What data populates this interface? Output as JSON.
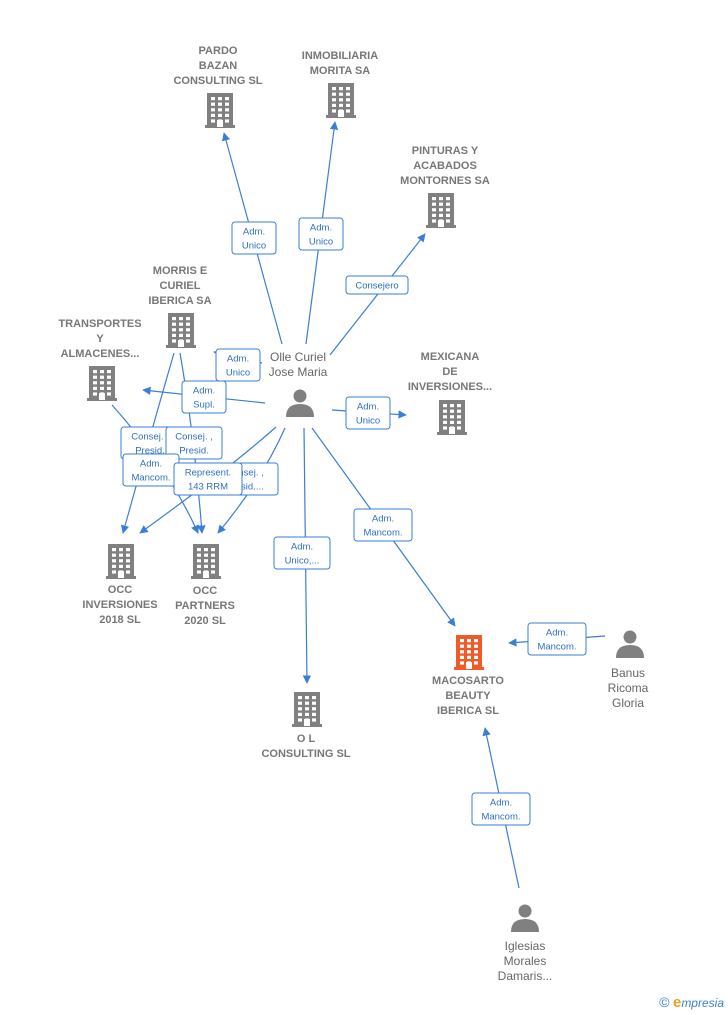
{
  "colors": {
    "company": "#808080",
    "focus_company": "#f05a28",
    "person": "#808080",
    "edge": "#3a7fd5"
  },
  "nodes": [
    {
      "id": "pardo",
      "type": "company",
      "label": [
        "PARDO",
        "BAZAN",
        "CONSULTING SL"
      ]
    },
    {
      "id": "morita",
      "type": "company",
      "label": [
        "INMOBILIARIA",
        "MORITA SA"
      ]
    },
    {
      "id": "pinturas",
      "type": "company",
      "label": [
        "PINTURAS Y",
        "ACABADOS",
        "MONTORNES SA"
      ]
    },
    {
      "id": "morris",
      "type": "company",
      "label": [
        "MORRIS E",
        "CURIEL",
        "IBERICA SA"
      ]
    },
    {
      "id": "transportes",
      "type": "company",
      "label": [
        "TRANSPORTES",
        "Y",
        "ALMACENES..."
      ]
    },
    {
      "id": "mexicana",
      "type": "company",
      "label": [
        "MEXICANA",
        "DE",
        "INVERSIONES..."
      ]
    },
    {
      "id": "occinv",
      "type": "company",
      "label": [
        "OCC",
        "INVERSIONES",
        "2018  SL"
      ]
    },
    {
      "id": "occpart",
      "type": "company",
      "label": [
        "OCC",
        "PARTNERS",
        "2020  SL"
      ]
    },
    {
      "id": "ol",
      "type": "company",
      "label": [
        "O L",
        "CONSULTING SL"
      ]
    },
    {
      "id": "macosarto",
      "type": "company",
      "focus": true,
      "label": [
        "MACOSARTO",
        "BEAUTY",
        "IBERICA  SL"
      ]
    },
    {
      "id": "olle",
      "type": "person",
      "label": [
        "Olle Curiel",
        "Jose Maria"
      ]
    },
    {
      "id": "banus",
      "type": "person",
      "label": [
        "Banus",
        "Ricoma",
        "Gloria"
      ]
    },
    {
      "id": "iglesias",
      "type": "person",
      "label": [
        "Iglesias",
        "Morales",
        "Damaris..."
      ]
    }
  ],
  "edges": [
    {
      "from": "olle",
      "to": "pardo",
      "label": [
        "Adm.",
        "Unico"
      ]
    },
    {
      "from": "olle",
      "to": "morita",
      "label": [
        "Adm.",
        "Unico"
      ]
    },
    {
      "from": "olle",
      "to": "pinturas",
      "label": [
        "Consejero"
      ]
    },
    {
      "from": "olle",
      "to": "morris",
      "label": [
        "Adm.",
        "Unico"
      ]
    },
    {
      "from": "olle",
      "to": "transportes",
      "label": [
        "Adm.",
        "Supl."
      ]
    },
    {
      "from": "olle",
      "to": "mexicana",
      "label": [
        "Adm.",
        "Unico"
      ]
    },
    {
      "from": "morris",
      "to": "occinv",
      "label": [
        "Consej. ,",
        "Presid."
      ]
    },
    {
      "from": "morris",
      "to": "occpart",
      "label": [
        "Consej. ,",
        "Presid."
      ]
    },
    {
      "from": "olle",
      "to": "occinv",
      "label": [
        "Adm.",
        "Mancom."
      ]
    },
    {
      "from": "olle",
      "to": "occpart",
      "label": [
        "Consej. ,",
        "Presid...."
      ]
    },
    {
      "from": "transportes",
      "to": "occpart",
      "label": [
        "Represent.",
        "143 RRM"
      ]
    },
    {
      "from": "olle",
      "to": "ol",
      "label": [
        "Adm.",
        "Unico,..."
      ]
    },
    {
      "from": "olle",
      "to": "macosarto",
      "label": [
        "Adm.",
        "Mancom."
      ]
    },
    {
      "from": "banus",
      "to": "macosarto",
      "label": [
        "Adm.",
        "Mancom."
      ]
    },
    {
      "from": "iglesias",
      "to": "macosarto",
      "label": [
        "Adm.",
        "Mancom."
      ]
    }
  ],
  "footer": {
    "copyright": "©",
    "brand_initial": "e",
    "brand_rest": "mpresia"
  }
}
